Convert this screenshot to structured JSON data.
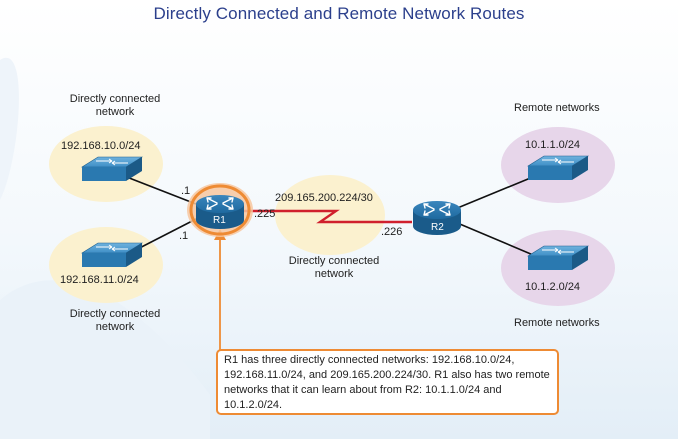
{
  "title": "Directly Connected and Remote Network Routes",
  "colors": {
    "title": "#2b3f8c",
    "direct_network_fill": "#fbf1cf",
    "remote_network_fill": "#e7d6ea",
    "serial_link": "#d0202d",
    "highlight": "#ee8b34",
    "router_body": "#1a5b8a",
    "switch_body": "#2a79b0"
  },
  "left_networks": [
    {
      "label": "Directly connected network",
      "address": "192.168.10.0/24",
      "interface_ip": ".1",
      "icon": "switch-icon"
    },
    {
      "label": "Directly connected network",
      "address": "192.168.11.0/24",
      "interface_ip": ".1",
      "icon": "switch-icon"
    }
  ],
  "routers": [
    {
      "name": "R1",
      "icon": "router-icon",
      "highlighted": true
    },
    {
      "name": "R2",
      "icon": "router-icon",
      "highlighted": false
    }
  ],
  "serial_link": {
    "network": "209.165.200.224/30",
    "r1_ip": ".225",
    "r2_ip": ".226",
    "label": "Directly connected network"
  },
  "right_networks": [
    {
      "label": "Remote networks",
      "address": "10.1.1.0/24",
      "icon": "switch-icon"
    },
    {
      "label": "Remote networks",
      "address": "10.1.2.0/24",
      "icon": "switch-icon"
    }
  ],
  "callout": "R1 has three directly connected networks: 192.168.10.0/24, 192.168.11.0/24, and 209.165.200.224/30. R1 also has two remote networks that it can learn about from R2: 10.1.1.0/24 and 10.1.2.0/24."
}
